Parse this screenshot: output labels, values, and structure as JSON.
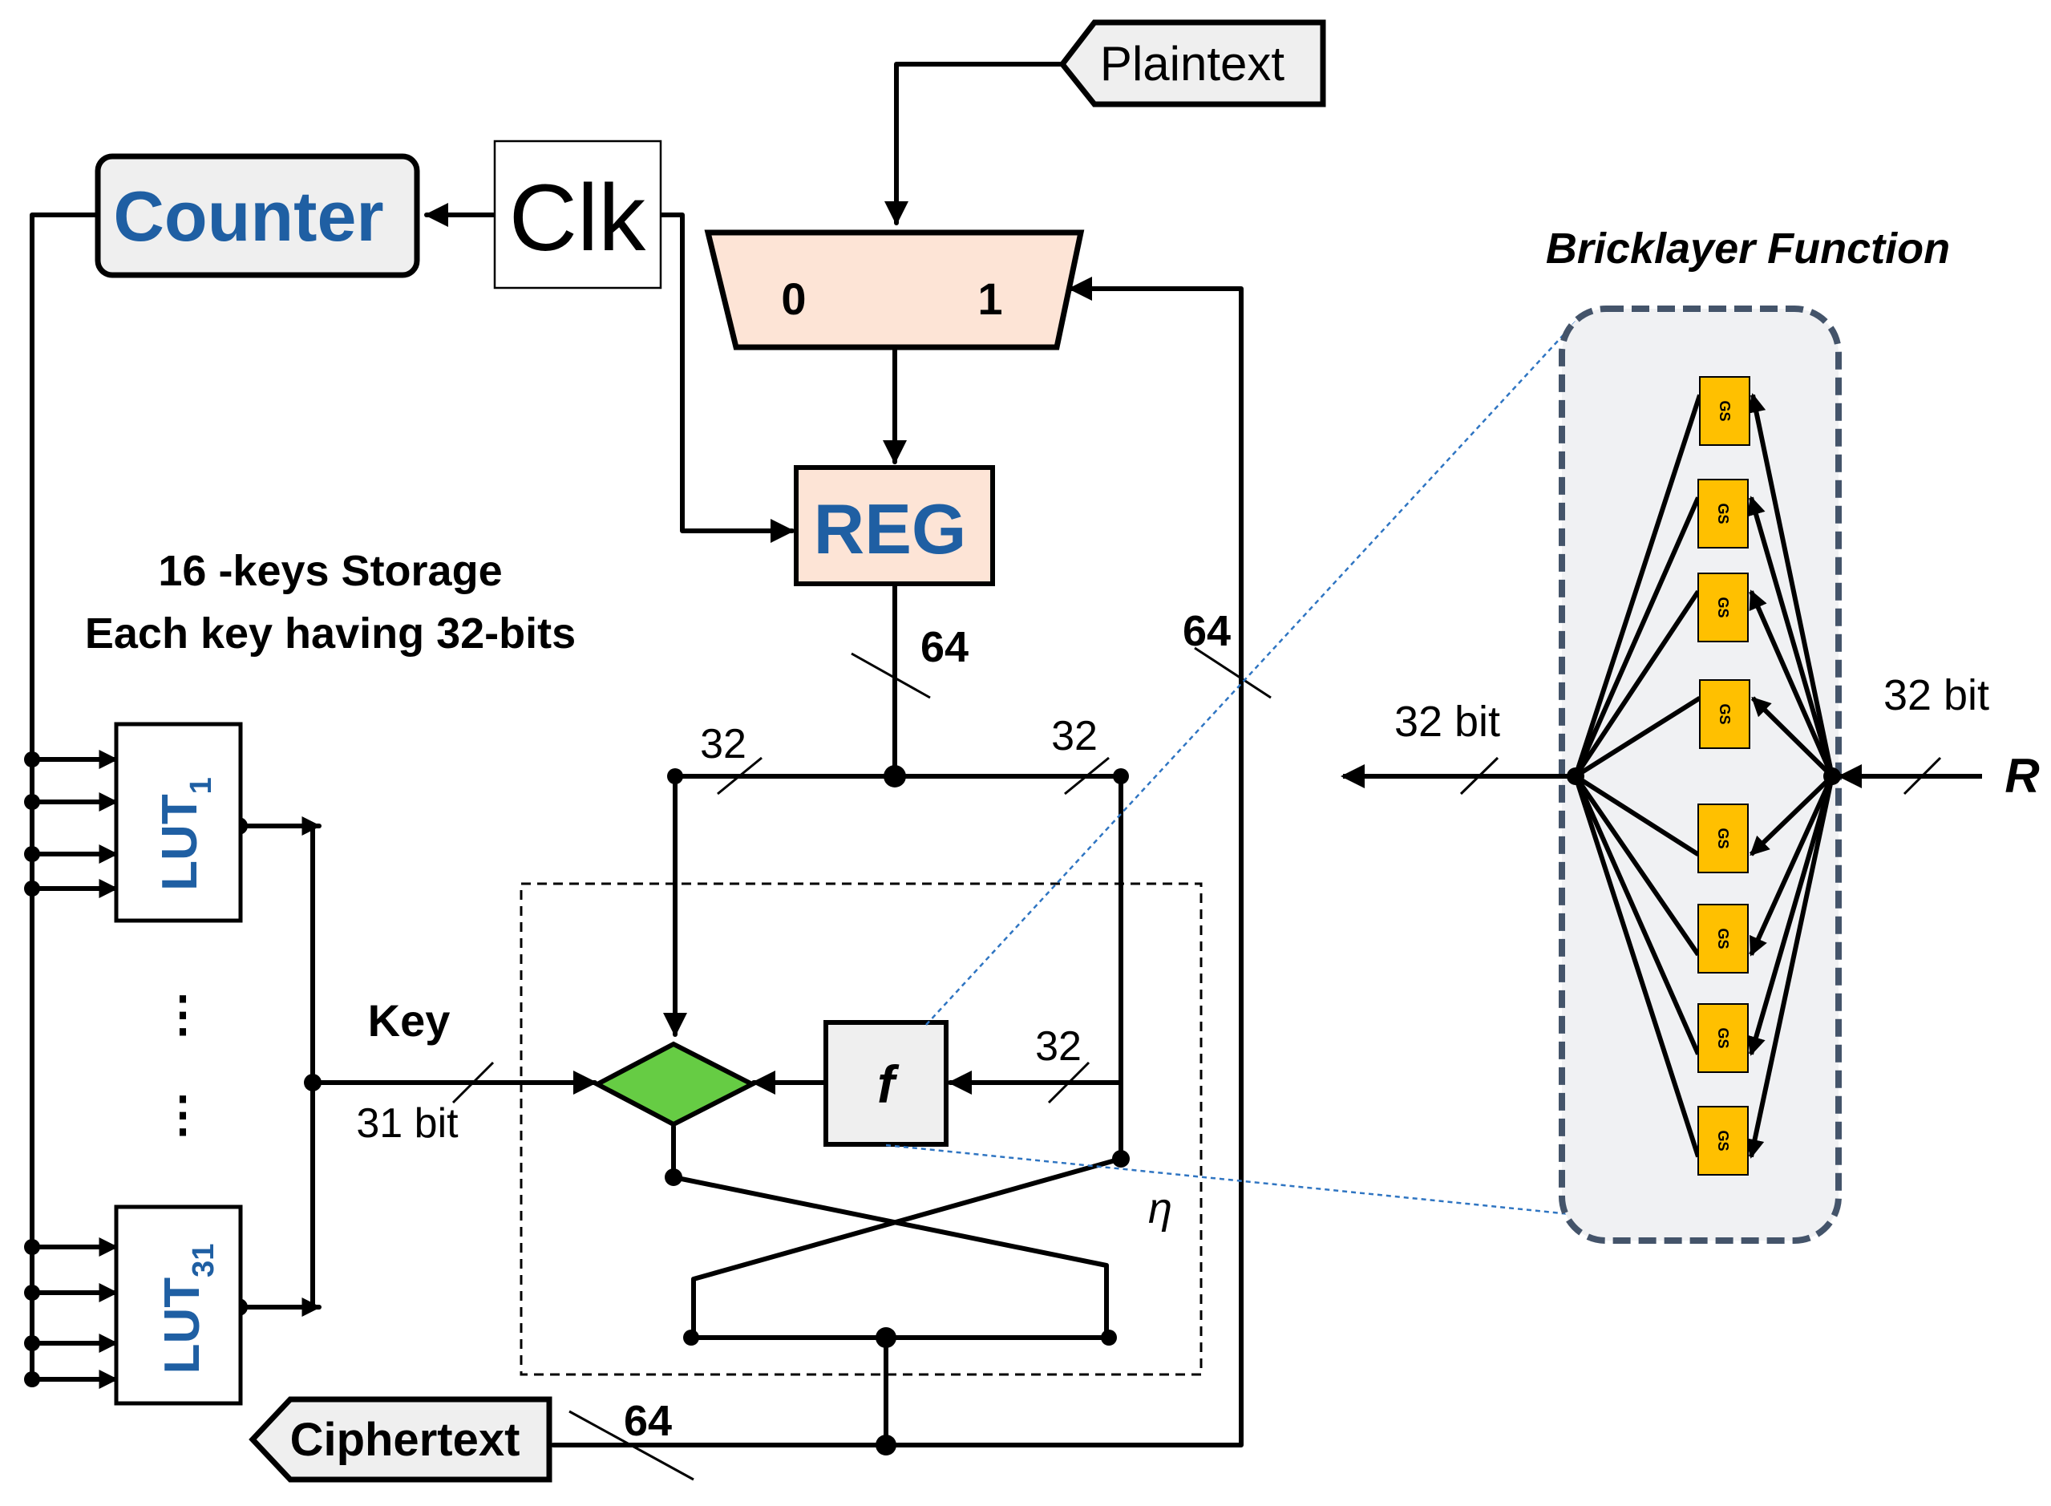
{
  "blocks": {
    "plaintext": "Plaintext",
    "counter": "Counter",
    "clk": "Clk",
    "mux_in0": "0",
    "mux_in1": "1",
    "reg": "REG",
    "lut_top": "LUT",
    "lut_top_sub": "1",
    "lut_bottom": "LUT",
    "lut_bottom_sub": "31",
    "ellipsis_1": "⋮",
    "ellipsis_2": "⋮",
    "f_function": "f",
    "ciphertext": "Ciphertext",
    "bricklayer_title": "Bricklayer Function",
    "sbox": "GS"
  },
  "labels": {
    "storage_line1": "16 -keys Storage",
    "storage_line2": "Each key having 32-bits",
    "bus_reg_out": "64",
    "bus_feedback": "64",
    "bus_left": "32",
    "bus_right": "32",
    "key": "Key",
    "key_width": "31 bit",
    "bus_f_in": "32",
    "eta": "η",
    "bus_cipher": "64",
    "bl_out": "32 bit",
    "bl_in": "32 bit",
    "bl_input": "R"
  },
  "colors": {
    "mux_fill": "#fde4d6",
    "reg_fill": "#fde4d6",
    "blue_text": "#1f5fa3",
    "xor_fill": "#66cc44",
    "sbox_fill": "#ffc000",
    "bricklayer_fill": "#f0f1f3",
    "bricklayer_border": "#44546a",
    "gray_fill": "#efefef",
    "dotted_link": "#2f75c2"
  }
}
